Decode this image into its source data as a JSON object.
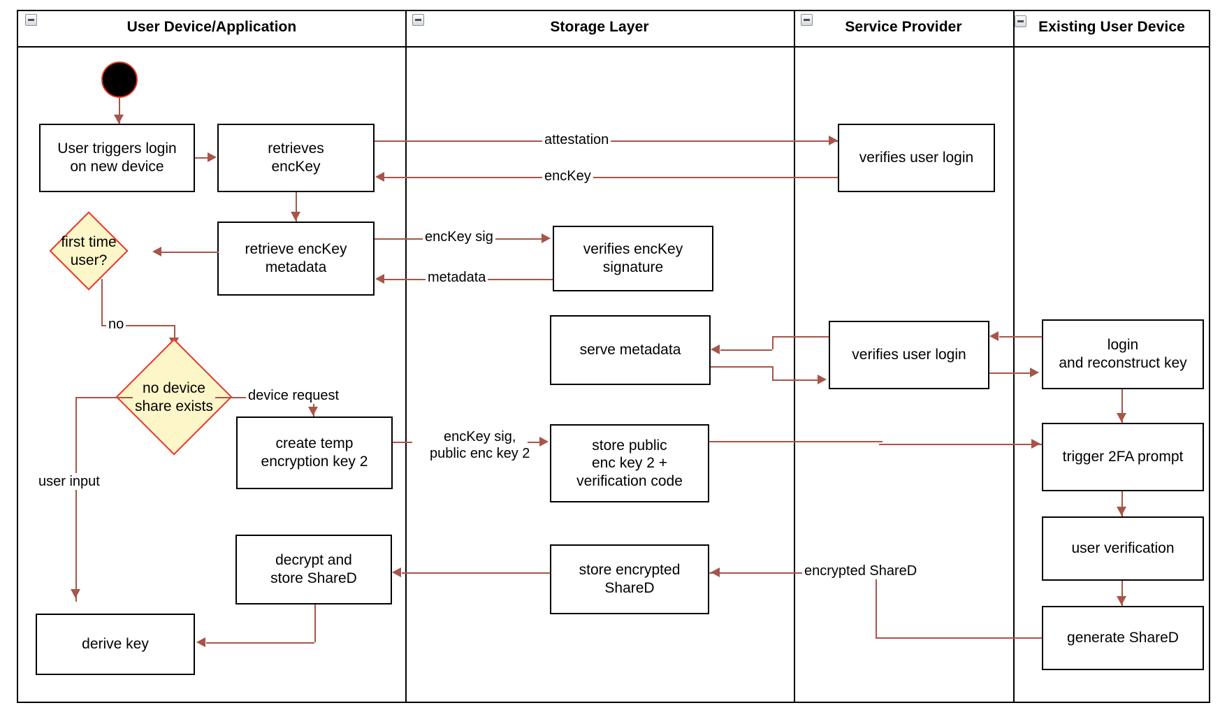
{
  "diagram": {
    "type": "uml-activity-swimlane",
    "colors": {
      "node_border": "#000000",
      "node_fill": "#ffffff",
      "decision_fill": "#fdf6c8",
      "decision_border": "#e8372a",
      "connector": "#a85449",
      "start_node_fill": "#000000",
      "start_node_border": "#e8372a",
      "lane_border": "#000000"
    }
  },
  "lanes": [
    {
      "id": "user-device",
      "title": "User Device/Application",
      "collapse_icon": "minus-icon"
    },
    {
      "id": "storage-layer",
      "title": "Storage Layer",
      "collapse_icon": "minus-icon"
    },
    {
      "id": "service-provider",
      "title": "Service Provider",
      "collapse_icon": "minus-icon"
    },
    {
      "id": "existing-user-device",
      "title": "Existing User Device",
      "collapse_icon": "minus-icon"
    }
  ],
  "nodes": {
    "start": {
      "shape": "initial-node",
      "label": ""
    },
    "user_triggers_login": {
      "label": "User triggers login\non new device",
      "lane": "user-device"
    },
    "retrieves_enckey": {
      "label": "retrieves\nencKey",
      "lane": "user-device"
    },
    "retrieve_enckey_metadata": {
      "label": "retrieve encKey\nmetadata",
      "lane": "user-device"
    },
    "first_time_user": {
      "label": "first time\nuser?",
      "shape": "decision",
      "lane": "user-device"
    },
    "no_device_share_exists": {
      "label": "no device\nshare exists",
      "shape": "decision",
      "lane": "user-device"
    },
    "create_temp_encryption_key_2": {
      "label": "create temp\nencryption key 2",
      "lane": "user-device"
    },
    "decrypt_and_store_shared": {
      "label": "decrypt and\nstore ShareD",
      "lane": "user-device"
    },
    "derive_key": {
      "label": "derive key",
      "lane": "user-device"
    },
    "verifies_enckey_signature": {
      "label": "verifies encKey\nsignature",
      "lane": "storage-layer"
    },
    "serve_metadata": {
      "label": "serve metadata",
      "lane": "storage-layer"
    },
    "store_public_enc_key_2": {
      "label": "store public\nenc key 2 +\nverification code",
      "lane": "storage-layer"
    },
    "store_encrypted_shared": {
      "label": "store encrypted\nShareD",
      "lane": "storage-layer"
    },
    "verifies_user_login_1": {
      "label": "verifies user login",
      "lane": "service-provider"
    },
    "verifies_user_login_2": {
      "label": "verifies user login",
      "lane": "service-provider"
    },
    "login_and_reconstruct_key": {
      "label": "login\nand reconstruct key",
      "lane": "existing-user-device"
    },
    "trigger_2fa_prompt": {
      "label": "trigger 2FA prompt",
      "lane": "existing-user-device"
    },
    "user_verification": {
      "label": "user verification",
      "lane": "existing-user-device"
    },
    "generate_shared": {
      "label": "generate ShareD",
      "lane": "existing-user-device"
    }
  },
  "edge_labels": {
    "attestation": "attestation",
    "enckey": "encKey",
    "enckey_sig": "encKey sig",
    "metadata": "metadata",
    "no": "no",
    "device_request": "device request",
    "user_input": "user input",
    "enckey_sig_public_enc_key_2": "encKey sig,\npublic enc key 2",
    "encrypted_shared": "encrypted ShareD"
  }
}
